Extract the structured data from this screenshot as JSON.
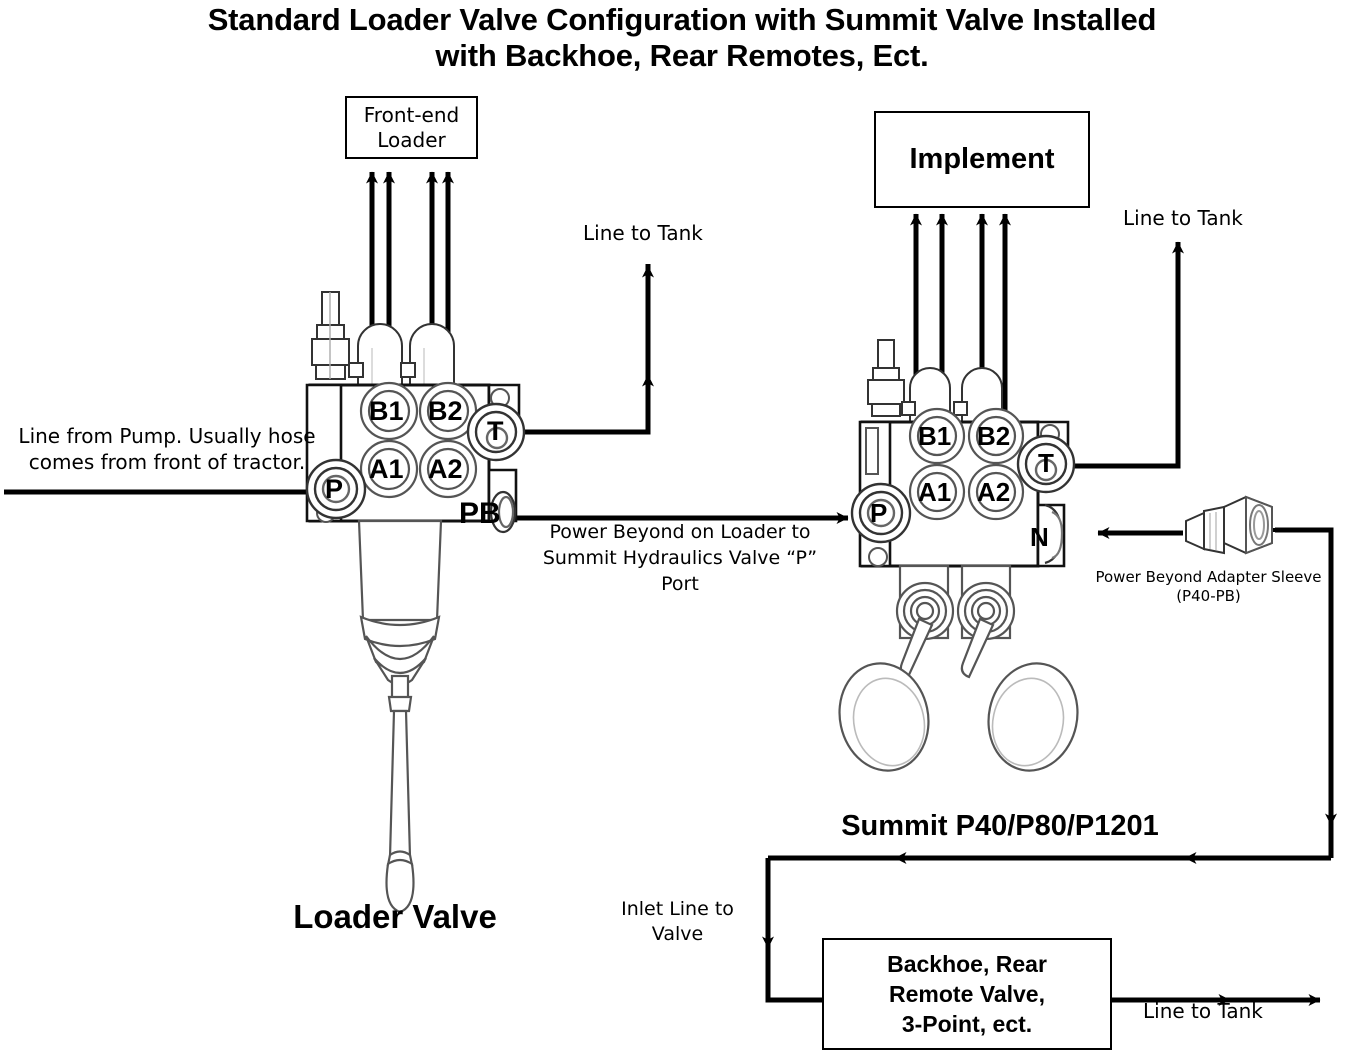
{
  "title": {
    "line1": "Standard Loader Valve Configuration with Summit Valve Installed",
    "line2": "with Backhoe, Rear Remotes, Ect."
  },
  "boxes": {
    "front_end_loader": "Front-end\nLoader",
    "implement": "Implement",
    "backhoe": "Backhoe, Rear\nRemote Valve,\n3-Point, ect."
  },
  "captions": {
    "loader_valve": "Loader Valve",
    "summit_valve": "Summit P40/P80/P1201"
  },
  "annotations": {
    "line_from_pump": "Line from Pump. Usually hose\ncomes from front of tractor.",
    "line_to_tank_left": "Line to Tank",
    "line_to_tank_right": "Line to Tank",
    "line_to_tank_bottom": "Line to Tank",
    "power_beyond": "Power Beyond on Loader to\nSummit Hydraulics Valve “P”\nPort",
    "pb_adapter": "Power Beyond Adapter Sleeve\n(P40-PB)",
    "inlet_line": "Inlet Line to\nValve"
  },
  "loader_valve_ports": {
    "b1": "B1",
    "b2": "B2",
    "a1": "A1",
    "a2": "A2",
    "p": "P",
    "t": "T",
    "pb": "PB"
  },
  "summit_valve_ports": {
    "b1": "B1",
    "b2": "B2",
    "a1": "A1",
    "a2": "A2",
    "p": "P",
    "t": "T",
    "n": "N"
  },
  "colors": {
    "ink": "#000000",
    "background": "#ffffff",
    "line_light": "#4a4a4a",
    "line_mid": "#6e6e6e"
  }
}
